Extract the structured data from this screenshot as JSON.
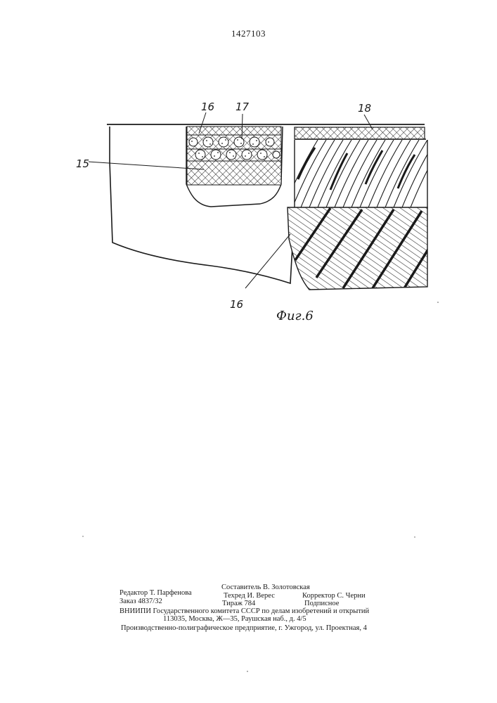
{
  "patent_number": "1427103",
  "figure": {
    "caption": "Фиг.6",
    "labels": {
      "l16_top": "16",
      "l17": "17",
      "l18": "18",
      "l15": "15",
      "l16_bottom": "16"
    }
  },
  "colophon": {
    "editor": "Редактор Т. Парфенова",
    "order": "Заказ 4837/32",
    "compiler": "Составитель В. Золотовская",
    "techred": "Техред И. Верес",
    "corrector": "Корректор С. Черни",
    "circulation": "Тираж 784",
    "subscription": "Подписное",
    "vniipi": "ВНИИПИ Государственного комитета СССР по делам изобретений и открытий",
    "address": "113035, Москва, Ж—35, Раушская наб., д. 4/5",
    "printing": "Производственно-полиграфическое предприятие, г. Ужгород, ул. Проектная, 4"
  }
}
